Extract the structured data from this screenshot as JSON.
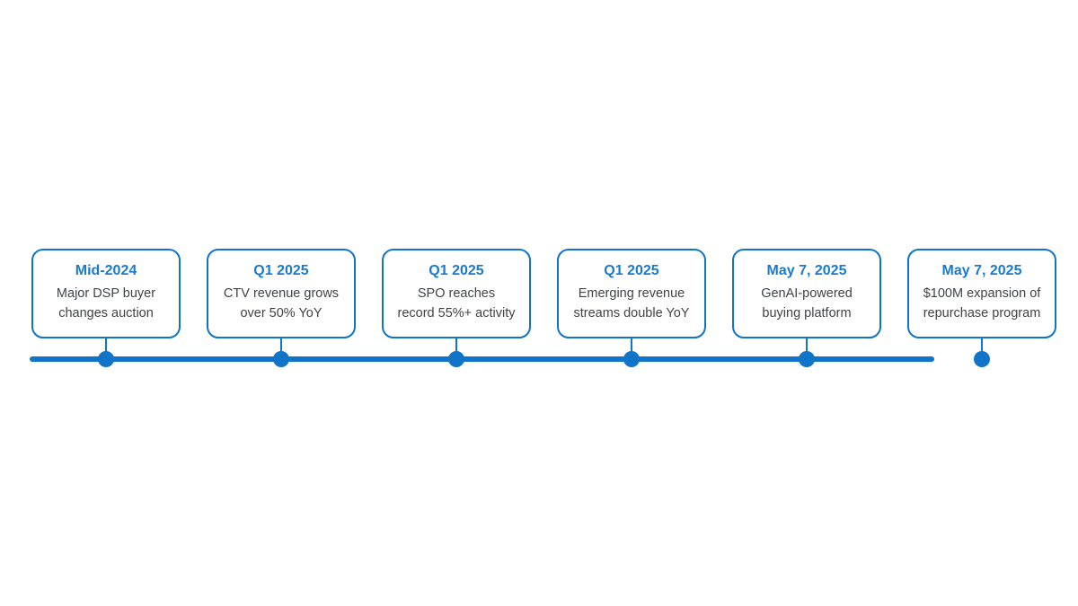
{
  "colors": {
    "accent_blue": "#1074C9",
    "heading_blue": "#1A7AD1",
    "body_text": "#404346",
    "canvas_bg": "#FFFFFF"
  },
  "timeline": {
    "milestones": [
      {
        "date": "Mid-2024",
        "line1": "Major DSP buyer",
        "line2": "changes auction"
      },
      {
        "date": "Q1 2025",
        "line1": "CTV revenue grows",
        "line2": "over 50% YoY"
      },
      {
        "date": "Q1 2025",
        "line1": "SPO reaches",
        "line2": "record 55%+ activity"
      },
      {
        "date": "Q1 2025",
        "line1": "Emerging revenue",
        "line2": "streams double YoY"
      },
      {
        "date": "May 7, 2025",
        "line1": "GenAI-powered",
        "line2": "buying platform"
      },
      {
        "date": "May 7, 2025",
        "line1": "$100M expansion of",
        "line2": "repurchase program"
      }
    ]
  }
}
